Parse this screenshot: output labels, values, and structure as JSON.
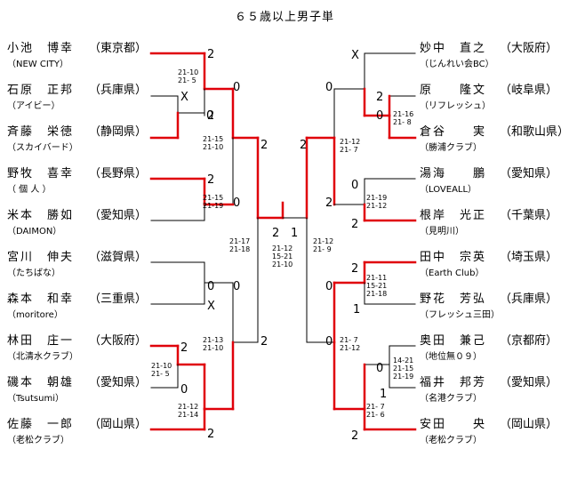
{
  "title": "６５歳以上男子単",
  "colors": {
    "winner_line": "#e0000a",
    "line": "#000000"
  },
  "left_players": [
    {
      "name": "小池　博幸",
      "pref": "（東京都）",
      "club": "（NEW CITY）"
    },
    {
      "name": "石原　正邦",
      "pref": "（兵庫県）",
      "club": "（アイビー）"
    },
    {
      "name": "斉藤　栄徳",
      "pref": "（静岡県）",
      "club": "（スカイバード）"
    },
    {
      "name": "野牧　喜幸",
      "pref": "（長野県）",
      "club": "（ 個 人 ）"
    },
    {
      "name": "米本　勝如",
      "pref": "（愛知県）",
      "club": "（DAIMON）"
    },
    {
      "name": "宮川　伸夫",
      "pref": "（滋賀県）",
      "club": "（たちばな）"
    },
    {
      "name": "森本　和幸",
      "pref": "（三重県）",
      "club": "（moritore）"
    },
    {
      "name": "林田　庄一",
      "pref": "（大阪府）",
      "club": "（北清水クラブ）"
    },
    {
      "name": "磯本　朝雄",
      "pref": "（愛知県）",
      "club": "（Tsutsumi）"
    },
    {
      "name": "佐藤　一郎",
      "pref": "（岡山県）",
      "club": "（老松クラブ）"
    }
  ],
  "right_players": [
    {
      "name": "妙中　直之",
      "pref": "（大阪府）",
      "club": "（じんれい会BC）"
    },
    {
      "name": "原　　隆文",
      "pref": "（岐阜県）",
      "club": "（リフレッシュ）"
    },
    {
      "name": "倉谷　　実",
      "pref": "（和歌山県）",
      "club": "（勝浦クラブ）"
    },
    {
      "name": "湯海　　鵬",
      "pref": "（愛知県）",
      "club": "（LOVEALL）"
    },
    {
      "name": "根岸　光正",
      "pref": "（千葉県）",
      "club": "（見明川）"
    },
    {
      "name": "田中　宗英",
      "pref": "（埼玉県）",
      "club": "（Earth Club）"
    },
    {
      "name": "野花　芳弘",
      "pref": "（兵庫県）",
      "club": "（フレッシュ三田）"
    },
    {
      "name": "奥田　兼己",
      "pref": "（京都府）",
      "club": "（地位無０９）"
    },
    {
      "name": "福井　邦芳",
      "pref": "（愛知県）",
      "club": "（名港クラブ）"
    },
    {
      "name": "安田　　央",
      "pref": "（岡山県）",
      "club": "（老松クラブ）"
    }
  ],
  "scores": [
    "2",
    "21-10\n21- 5",
    "X",
    "2",
    "0",
    "21-15\n21-10",
    "2",
    "0",
    "2",
    "0",
    "21-15\n21-19",
    "0",
    "X",
    "2",
    "0",
    "21-10\n21- 5",
    "2",
    "0",
    "21-12\n21-14",
    "2",
    "0",
    "21-13\n21-10",
    "2",
    "0",
    "21-17\n21-18",
    "2",
    "1",
    "21-12\n15-21\n21-10",
    "2",
    "21-12\n21- 9",
    "0",
    "X",
    "2",
    "0",
    "21-16\n21- 8",
    "2",
    "21-12\n21- 7",
    "0",
    "2",
    "21-19\n21-12",
    "2",
    "0",
    "21-11\n15-21\n21-18",
    "1",
    "2",
    "0",
    "21- 7\n21-12",
    "14-21\n21-15\n21-19",
    "1",
    "0",
    "2",
    "21- 7\n21- 6",
    "2"
  ]
}
